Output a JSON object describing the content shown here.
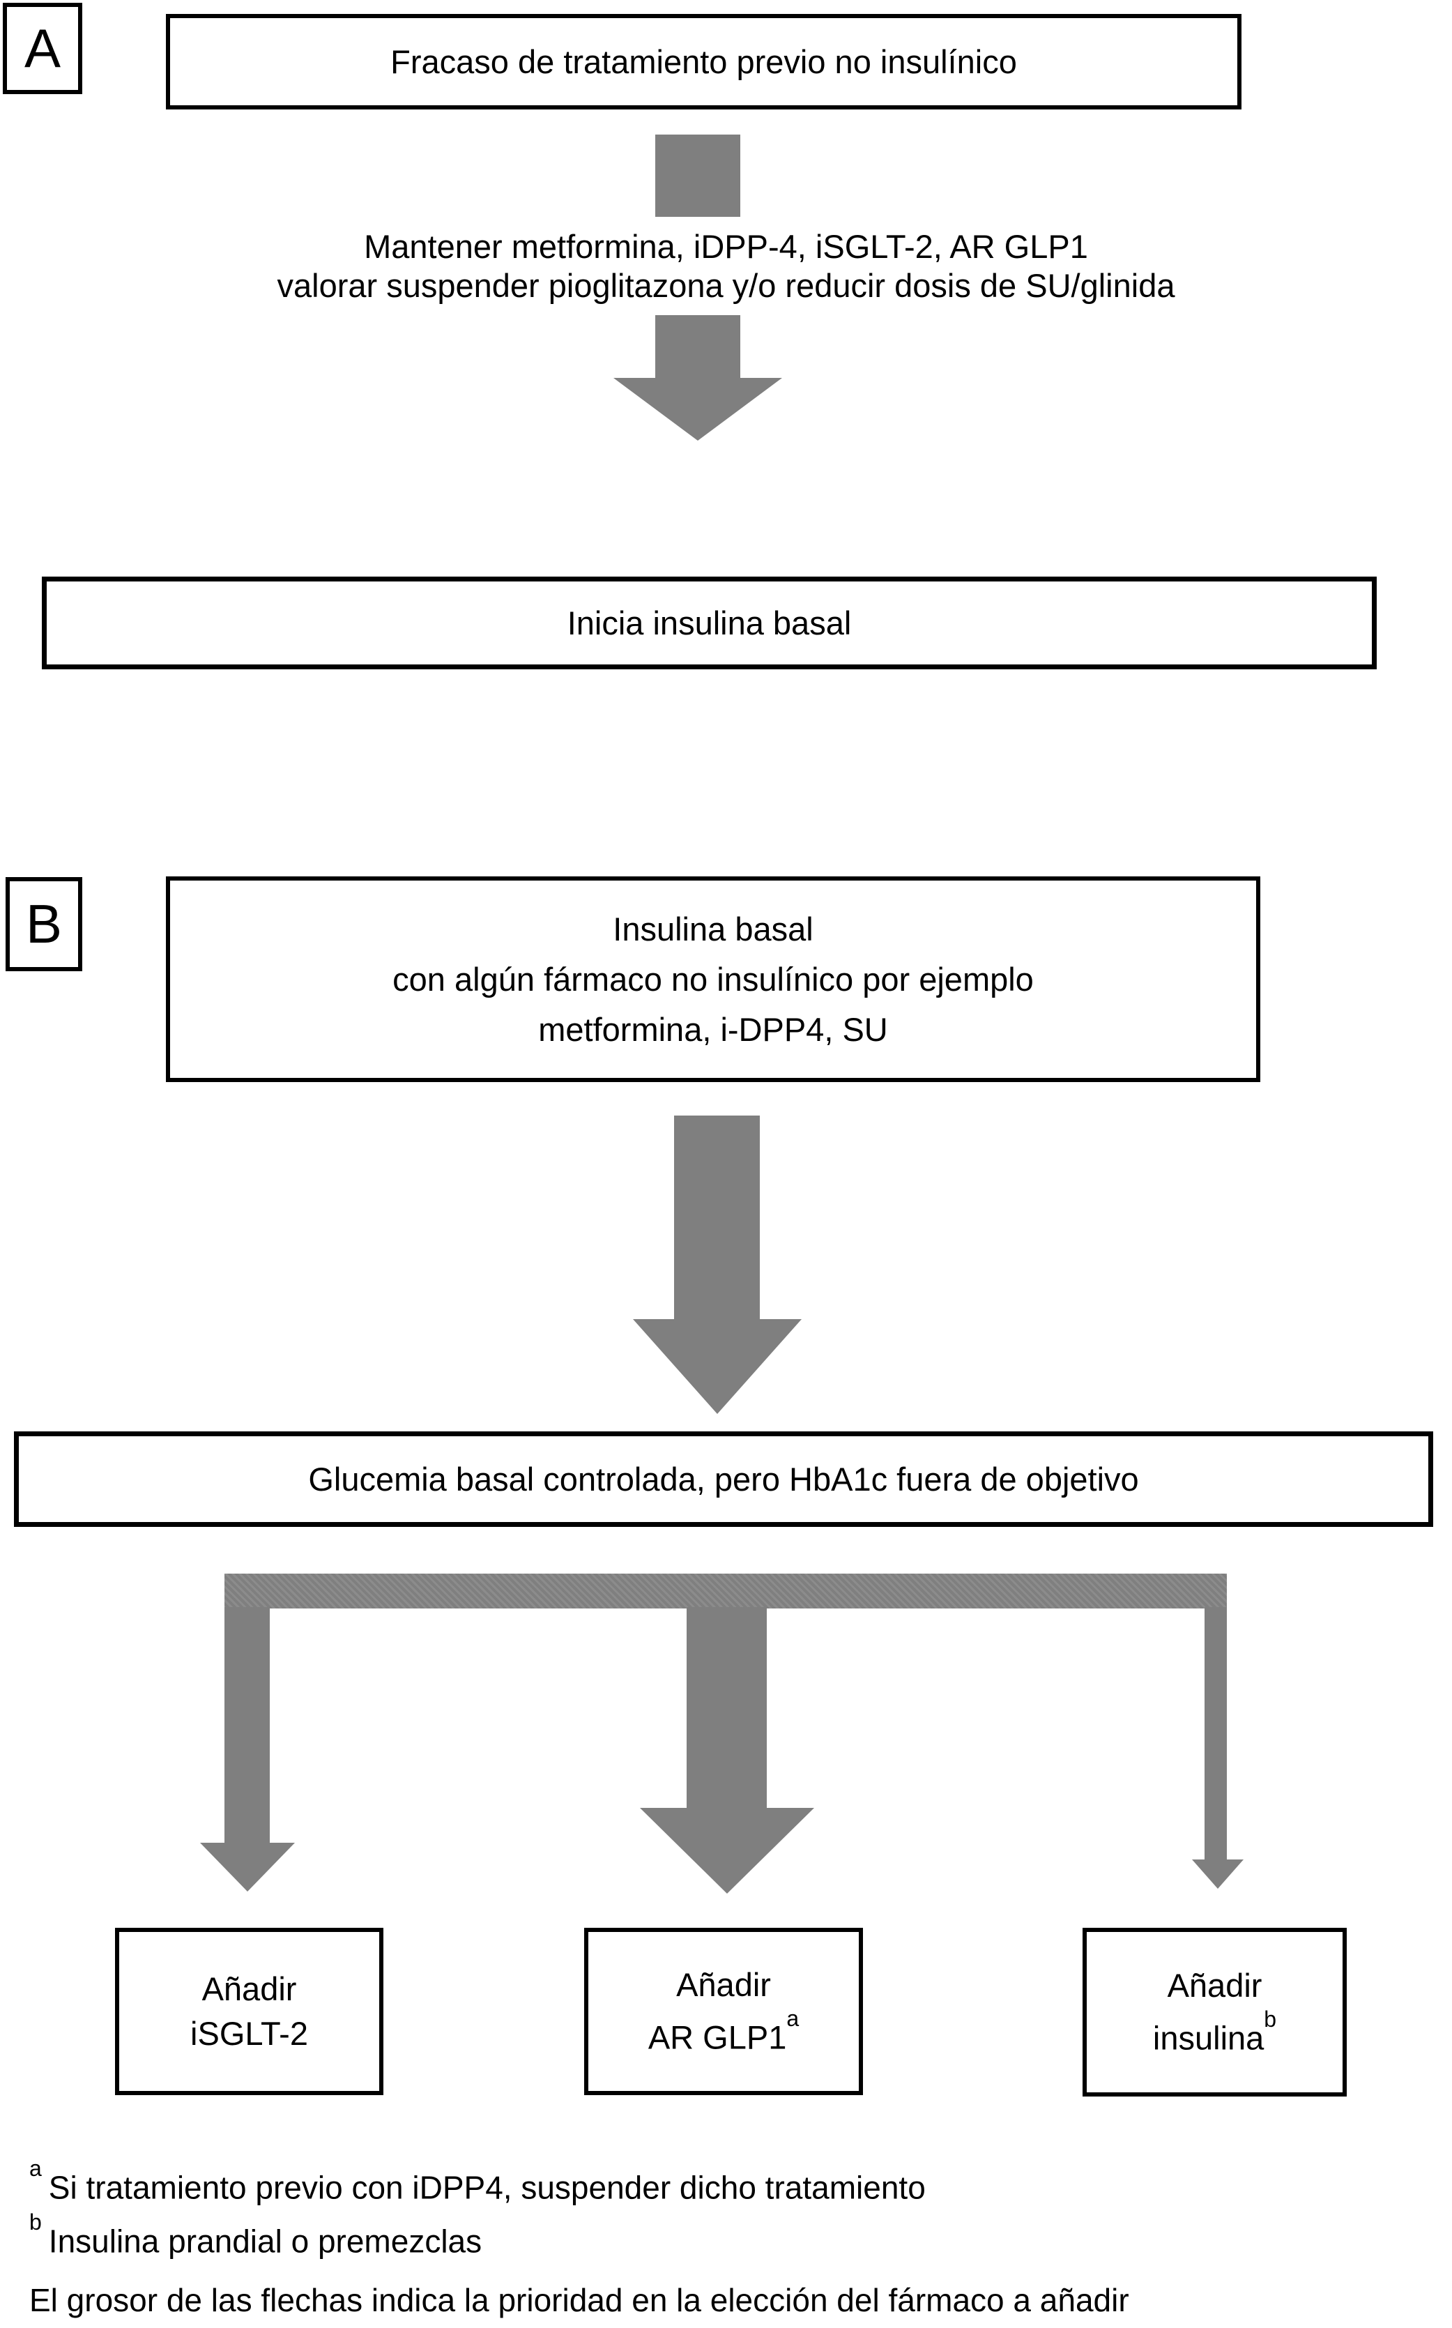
{
  "section_labels": {
    "a": "A",
    "b": "B"
  },
  "flow_a": {
    "fracaso_box": "Fracaso de tratamiento previo no insulínico",
    "mantener_line1": "Mantener metformina, iDPP-4, iSGLT-2, AR GLP1",
    "mantener_line2": "valorar suspender pioglitazona y/o reducir dosis de SU/glinida",
    "inicia_box": "Inicia insulina basal"
  },
  "flow_b": {
    "insulina_box_line1": "Insulina basal",
    "insulina_box_line2": "con algún fármaco no insulínico por ejemplo",
    "insulina_box_line3": "metformina, i-DPP4, SU",
    "glucemia_box": "Glucemia basal controlada, pero HbA1c fuera de objetivo",
    "option1_line1": "Añadir",
    "option1_line2": "iSGLT-2",
    "option2_line1": "Añadir",
    "option2_line2": "AR GLP1",
    "option2_sup": "a",
    "option3_line1": "Añadir",
    "option3_line2": "insulina",
    "option3_sup": "b"
  },
  "footnotes": {
    "a_sup": "a",
    "a_text": "Si tratamiento previo con iDPP4, suspender dicho tratamiento",
    "b_sup": "b",
    "b_text": "Insulina prandial o premezclas",
    "thickness_note": "El grosor de las flechas indica la prioridad en la elección del fármaco a añadir"
  },
  "colors": {
    "arrow_gray": "#7f7f7f",
    "border_black": "#000000",
    "background": "#ffffff"
  }
}
